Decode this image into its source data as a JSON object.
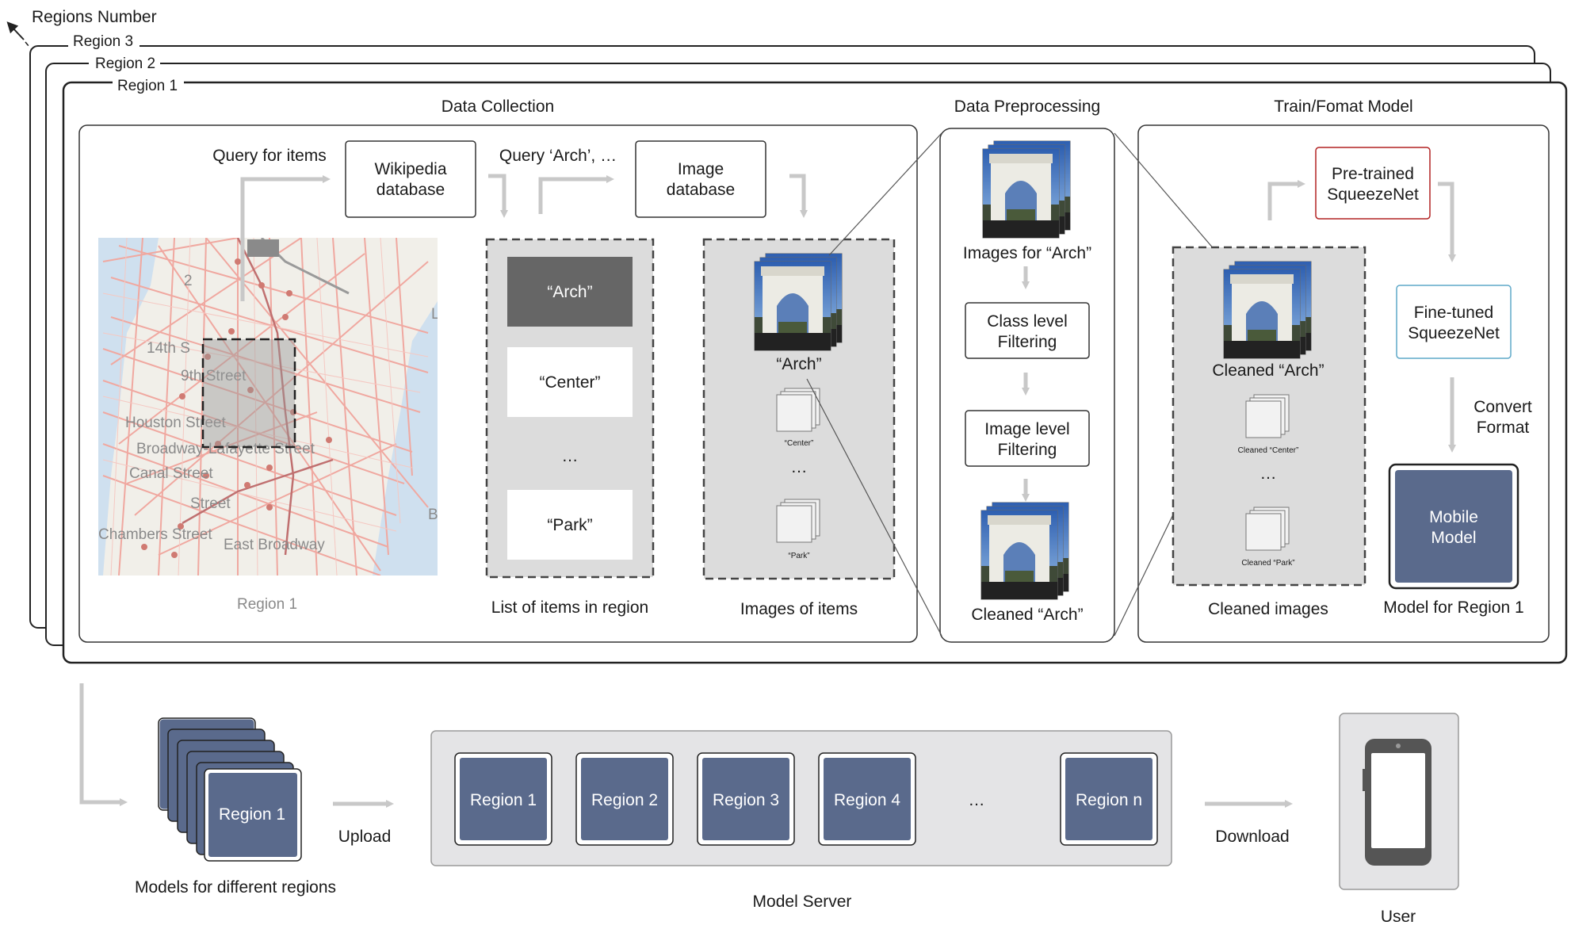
{
  "regions_number": {
    "label": "Regions Number",
    "frames": [
      "Region 3",
      "Region 2",
      "Region 1"
    ]
  },
  "data_collection": {
    "title": "Data Collection",
    "query_items": "Query for items",
    "wikipedia_db": [
      "Wikipedia",
      "database"
    ],
    "query_arch": "Query ‘Arch’, …",
    "image_db": [
      "Image",
      "database"
    ],
    "map": {
      "caption": "Region 1",
      "street_labels": [
        "14th S",
        "9th Street",
        "Houston Street",
        "Broadway-Lafayette Street",
        "Canal Street",
        "Street",
        "Chambers Street",
        "East Broadway",
        "2",
        "B",
        "L"
      ]
    },
    "item_list": {
      "caption": "List of  items in region",
      "items": [
        "“Arch”",
        "“Center”",
        "…",
        "“Park”"
      ]
    },
    "images": {
      "caption": "Images of items",
      "arch_label": "“Arch”",
      "center_label": "“Center”",
      "ellipsis": "…",
      "park_label": "“Park”"
    }
  },
  "data_preprocessing": {
    "title": "Data Preprocessing",
    "images_for": "Images for “Arch”",
    "class_filter": [
      "Class level",
      "Filtering"
    ],
    "image_filter": [
      "Image level",
      "Filtering"
    ],
    "cleaned": "Cleaned “Arch”"
  },
  "train_model": {
    "title": "Train/Fomat Model",
    "pretrained": [
      "Pre-trained",
      "SqueezeNet"
    ],
    "finetuned": [
      "Fine-tuned",
      "SqueezeNet"
    ],
    "convert": [
      "Convert",
      "Format"
    ],
    "mobile_model": [
      "Mobile",
      "Model"
    ],
    "model_caption": "Model for Region 1",
    "cleaned_arch": "Cleaned “Arch”",
    "cleaned_center": "Cleaned “Center”",
    "ellipsis": "…",
    "cleaned_park": "Cleaned  “Park”",
    "cleaned_caption": "Cleaned images"
  },
  "bottom": {
    "models_stack_label": "Region 1",
    "models_caption": "Models for different regions",
    "upload": "Upload",
    "server_regions": [
      "Region 1",
      "Region 2",
      "Region 3",
      "Region 4",
      "…",
      "Region n"
    ],
    "server_caption": "Model Server",
    "download": "Download",
    "user": "User"
  },
  "colors": {
    "model_fill": "#5a6a8c",
    "panel_gray": "#dcdcdc",
    "pretrained_border": "#b22222",
    "finetuned_border": "#5fa8c8",
    "arrow_gray": "#c8c8c8"
  }
}
